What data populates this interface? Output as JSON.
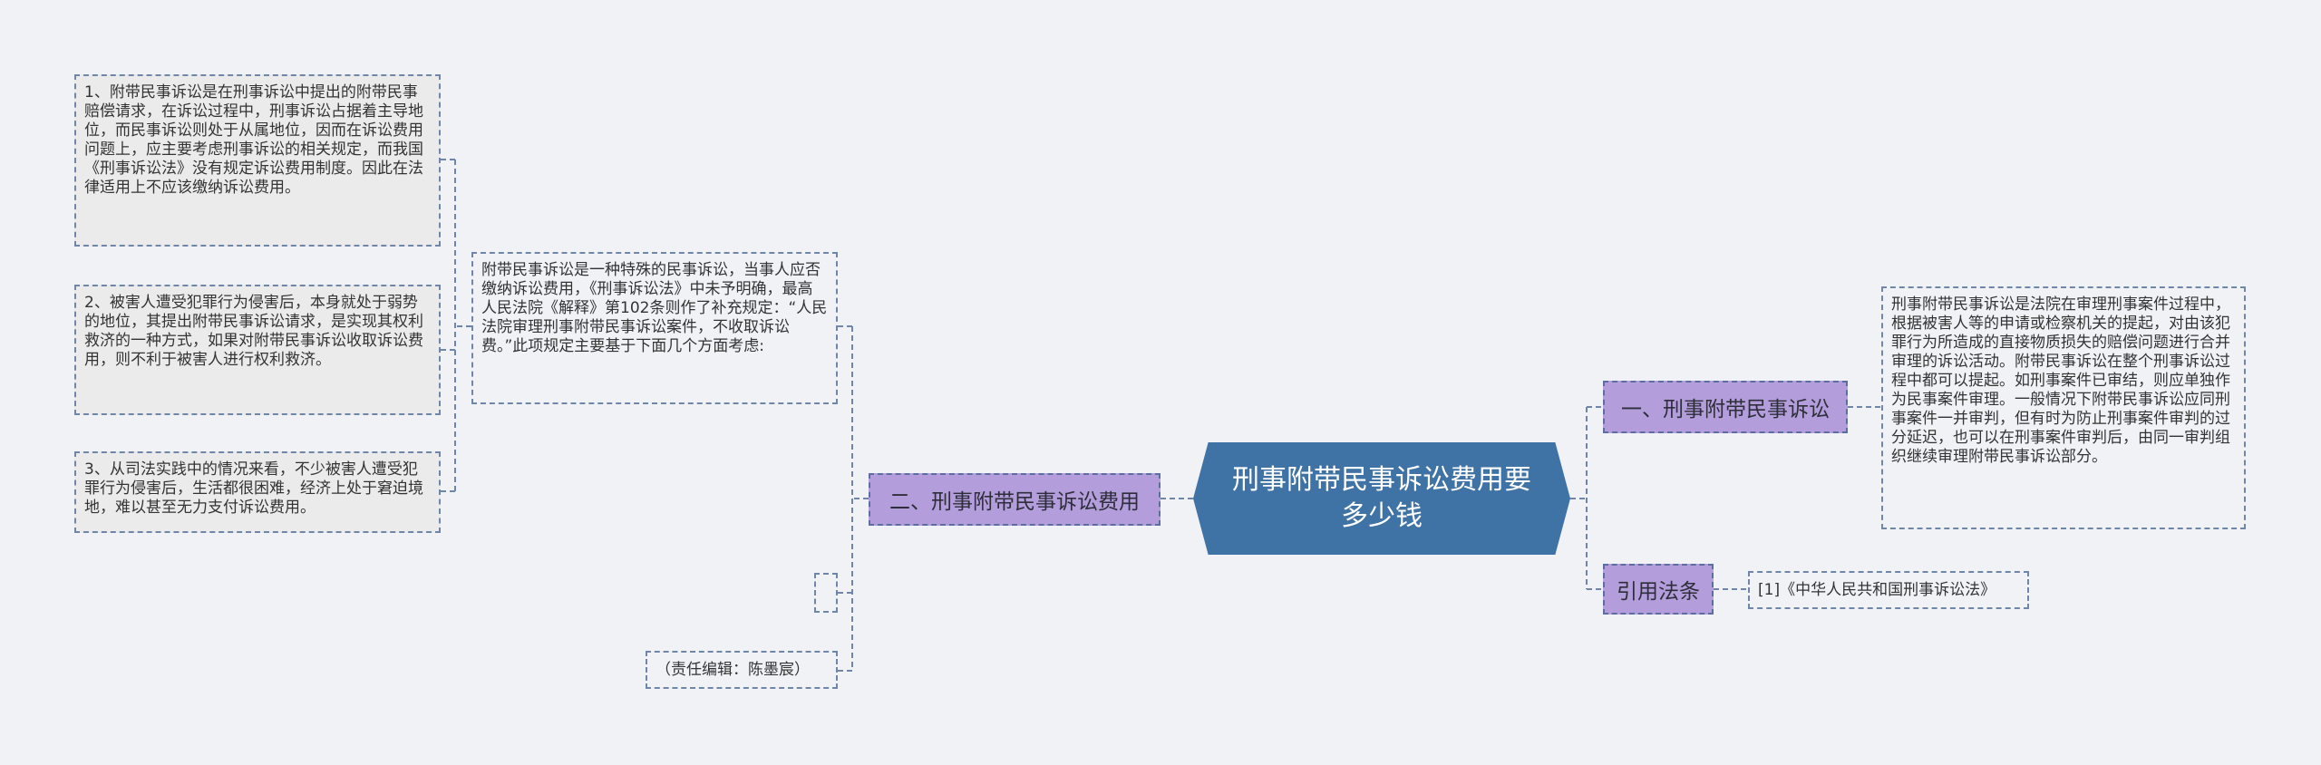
{
  "root": {
    "title": "刑事附带民事诉讼费用要多少钱"
  },
  "branches": {
    "right_1": {
      "label": "一、刑事附带民事诉讼"
    },
    "right_2": {
      "label": "引用法条"
    },
    "left_1": {
      "label": "二、刑事附带民事诉讼费用"
    }
  },
  "leaves": {
    "definition": "刑事附带民事诉讼是法院在审理刑事案件过程中，根据被害人等的申请或检察机关的提起，对由该犯罪行为所造成的直接物质损失的赔偿问题进行合并审理的诉讼活动。附带民事诉讼在整个刑事诉讼过程中都可以提起。如刑事案件已审结，则应单独作为民事案件审理。一般情况下附带民事诉讼应同刑事案件一并审判，但有时为防止刑事案件审判的过分延迟，也可以在刑事案件审判后，由同一审判组织继续审理附带民事诉讼部分。",
    "law_reference": "[1]《中华人民共和国刑事诉讼法》",
    "fee_intro": "附带民事诉讼是一种特殊的民事诉讼，当事人应否缴纳诉讼费用，《刑事诉讼法》中未予明确，最高人民法院《解释》第102条则作了补充规定：“人民法院审理刑事附带民事诉讼案件，不收取诉讼费。”此项规定主要基于下面几个方面考虑:",
    "reason_1": "1、附带民事诉讼是在刑事诉讼中提出的附带民事赔偿请求，在诉讼过程中，刑事诉讼占据着主导地位，而民事诉讼则处于从属地位，因而在诉讼费用问题上，应主要考虑刑事诉讼的相关规定，而我国《刑事诉讼法》没有规定诉讼费用制度。因此在法律适用上不应该缴纳诉讼费用。",
    "reason_2": "2、被害人遭受犯罪行为侵害后，本身就处于弱势的地位，其提出附带民事诉讼请求，是实现其权利救济的一种方式，如果对附带民事诉讼收取诉讼费用，则不利于被害人进行权利救济。",
    "reason_3": "3、从司法实践中的情况来看，不少被害人遭受犯罪行为侵害后，生活都很困难，经济上处于窘迫境地，难以甚至无力支付诉讼费用。",
    "editor": "（责任编辑：陈墨宸）"
  },
  "colors": {
    "background": "#f1f2f6",
    "root_fill": "#3f73a5",
    "branch_fill": "#b39ddb",
    "connector": "#6f86a8"
  }
}
